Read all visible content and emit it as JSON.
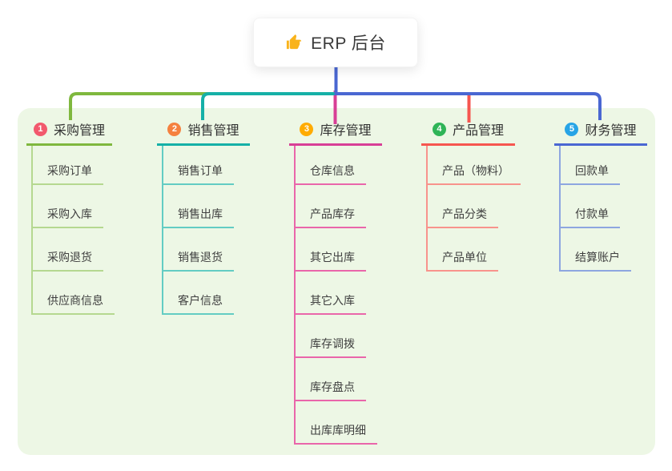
{
  "root": {
    "label": "ERP 后台",
    "icon": "thumbs-up-icon",
    "icon_color": "#f9b31b"
  },
  "panel_color": "#edf7e5",
  "branches": [
    {
      "num": "1",
      "label": "采购管理",
      "badge_color": "#f2596d",
      "line_color": "#7fb83e",
      "child_line_color": "#b5d890",
      "children": [
        "采购订单",
        "采购入库",
        "采购退货",
        "供应商信息"
      ]
    },
    {
      "num": "2",
      "label": "销售管理",
      "badge_color": "#f5813f",
      "line_color": "#15b0a7",
      "child_line_color": "#63ccc3",
      "children": [
        "销售订单",
        "销售出库",
        "销售退货",
        "客户信息"
      ]
    },
    {
      "num": "3",
      "label": "库存管理",
      "badge_color": "#ffab00",
      "line_color": "#d83f96",
      "child_line_color": "#e966aa",
      "children": [
        "仓库信息",
        "产品库存",
        "其它出库",
        "其它入库",
        "库存调拨",
        "库存盘点",
        "出库库明细"
      ]
    },
    {
      "num": "4",
      "label": "产品管理",
      "badge_color": "#2fb457",
      "line_color": "#f6564f",
      "child_line_color": "#f8938c",
      "children": [
        "产品（物料）",
        "产品分类",
        "产品单位"
      ]
    },
    {
      "num": "5",
      "label": "财务管理",
      "badge_color": "#27a4e6",
      "line_color": "#4a67d2",
      "child_line_color": "#8ea6e0",
      "children": [
        "回款单",
        "付款单",
        "结算账户"
      ]
    }
  ]
}
